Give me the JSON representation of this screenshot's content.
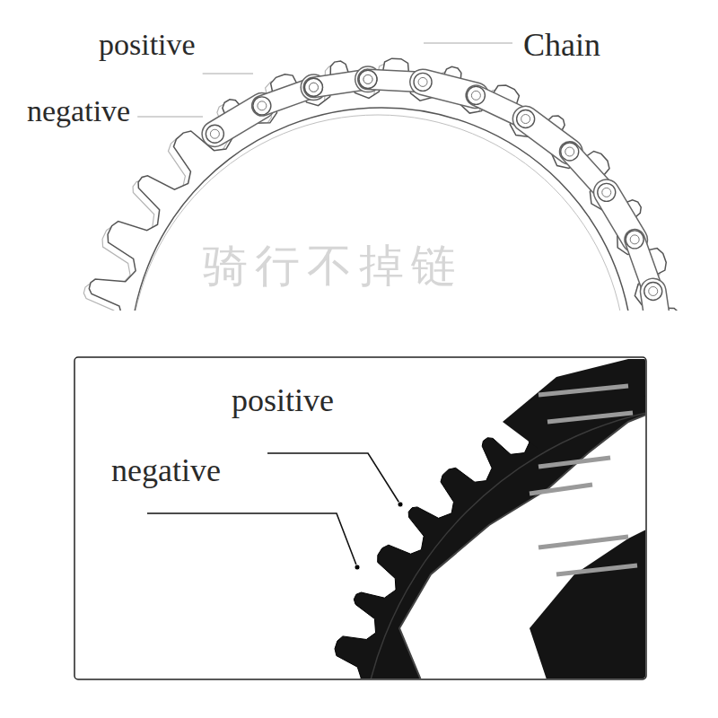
{
  "diagram": {
    "labels": [
      "positive",
      "negative",
      "Chain",
      "骑行不掉链",
      "positive",
      "negative"
    ]
  }
}
